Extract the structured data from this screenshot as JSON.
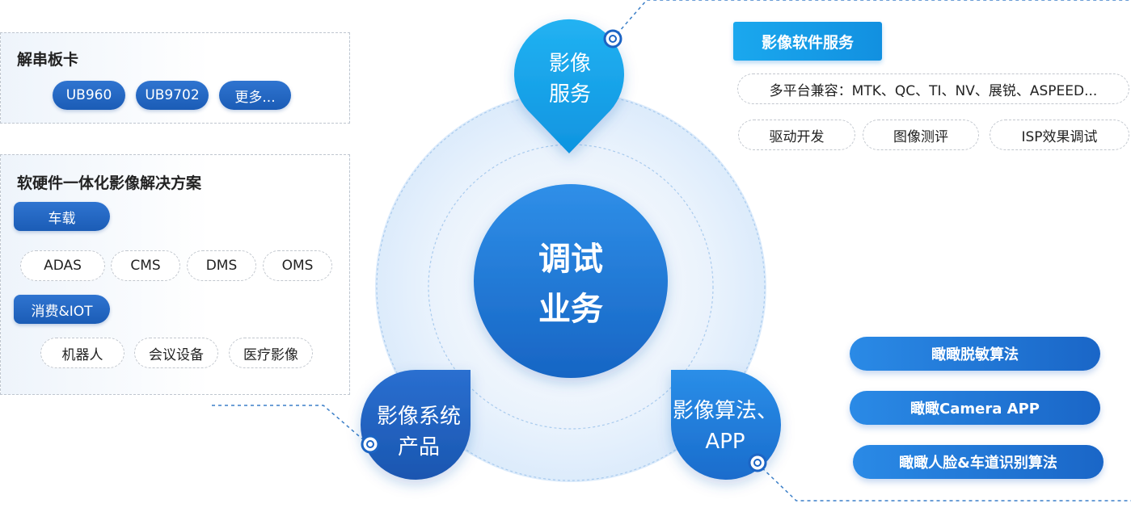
{
  "left_top": {
    "title": "解串板卡",
    "chips": [
      "UB960",
      "UB9702",
      "更多..."
    ]
  },
  "left_bottom": {
    "title": "软硬件一体化影像解决方案",
    "vehicle": "车载",
    "vehicle_items": [
      "ADAS",
      "CMS",
      "DMS",
      "OMS"
    ],
    "consumer": "消费&IOT",
    "consumer_items": [
      "机器人",
      "会议设备",
      "医疗影像"
    ]
  },
  "center": {
    "line1": "调试",
    "line2": "业务"
  },
  "nodes": {
    "top": [
      "影像",
      "服务"
    ],
    "left": [
      "影像系统",
      "产品"
    ],
    "right": [
      "影像算法、",
      "APP"
    ]
  },
  "right_top": {
    "banner": "影像软件服务",
    "compat": "多平台兼容：MTK、QC、TI、NV、展锐、ASPEED...",
    "items": [
      "驱动开发",
      "图像测评",
      "ISP效果调试"
    ]
  },
  "right_bottom": {
    "items": [
      "瞰瞰脱敏算法",
      "瞰瞰Camera APP",
      "瞰瞰人脸&车道识别算法"
    ]
  },
  "colors": {
    "primary_blue": "#1b5cb6",
    "light_blue": "#1aa8ee",
    "ring": "#e6f0fb"
  }
}
